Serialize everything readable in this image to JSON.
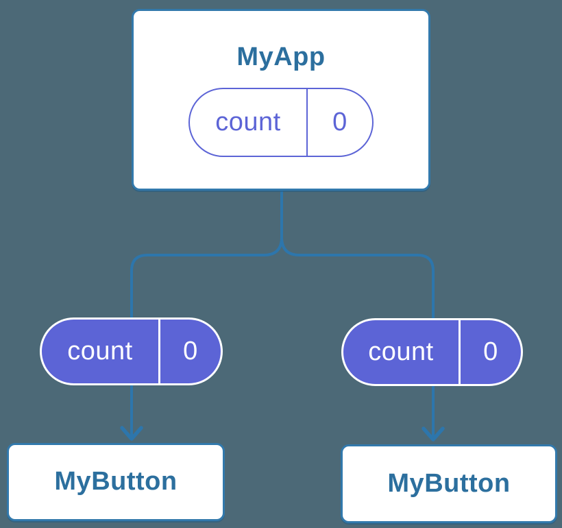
{
  "colors": {
    "background": "#4c6977",
    "connector": "#2d76ac",
    "card_border": "#3279ac",
    "card_background": "#ffffff",
    "heading_text": "#2c6f9e",
    "accent_purple": "#5c64d6",
    "pill_text_light": "#ffffff"
  },
  "diagram": {
    "type": "component-tree",
    "root": {
      "title": "MyApp",
      "state": {
        "name": "count",
        "value": "0"
      }
    },
    "props": [
      {
        "name": "count",
        "value": "0"
      },
      {
        "name": "count",
        "value": "0"
      }
    ],
    "children": [
      {
        "title": "MyButton"
      },
      {
        "title": "MyButton"
      }
    ]
  }
}
